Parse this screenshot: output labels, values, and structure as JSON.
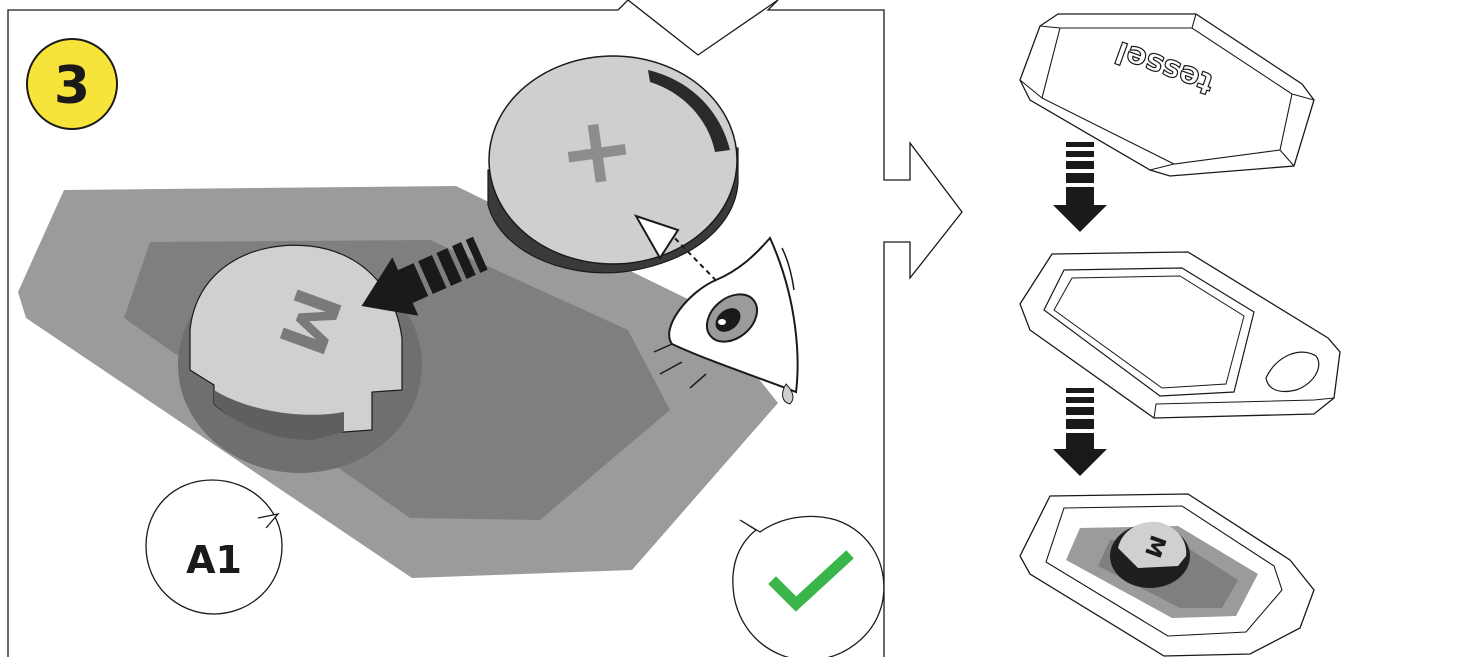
{
  "step": {
    "number": "3",
    "badge_color": "#f7e43a"
  },
  "callouts": {
    "left": "A1"
  },
  "battery": {
    "polarity": "+",
    "contact_mark": "M"
  },
  "lid_logo": "tessel",
  "colors": {
    "check": "#39b54a",
    "tray_outer": "#9b9b9d",
    "tray_inner": "#7e7e80",
    "battery_face": "#cfcfcf",
    "battery_side": "#3a3a3a",
    "ink": "#1a1a1a"
  },
  "icons": [
    "eye-icon",
    "arrow-down-icon",
    "checkmark-icon",
    "chevron-right-icon"
  ]
}
